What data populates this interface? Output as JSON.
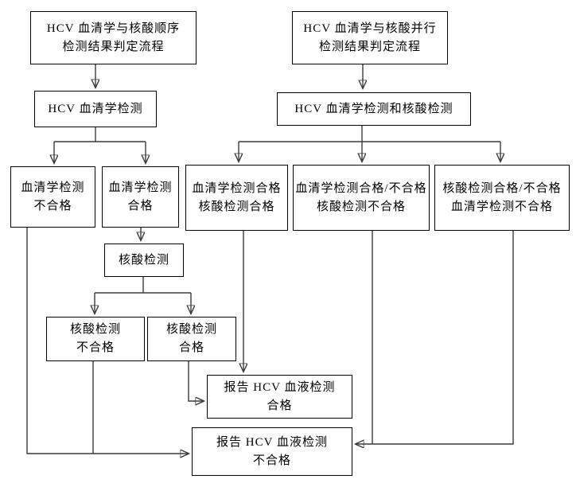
{
  "diagram": {
    "background_color": "#ffffff",
    "box_border_color": "#000000",
    "line_color": "#3b3b3b",
    "text_color": "#000000"
  },
  "nodes": {
    "flow1_title": "HCV 血清学与核酸顺序\n检测结果判定流程",
    "flow1_serology_test": "HCV 血清学检测",
    "serology_fail": "血清学检测\n不合格",
    "serology_pass": "血清学检测\n合格",
    "nat_test": "核酸检测",
    "nat_fail": "核酸检测\n不合格",
    "nat_pass": "核酸检测\n合格",
    "flow2_title": "HCV 血清学与核酸并行\n检测结果判定流程",
    "flow2_parallel_test": "HCV 血清学检测和核酸检测",
    "both_pass": "血清学检测合格\n核酸检测合格",
    "nat_fail_any_serology": "血清学检测合格/不合格\n核酸检测不合格",
    "serology_fail_any_nat": "核酸检测合格/不合格\n血清学检测不合格",
    "report_pass": "报告 HCV 血液检测\n合格",
    "report_fail": "报告 HCV 血液检测\n不合格"
  },
  "edges": [
    {
      "from": "flow1_title",
      "to": "flow1_serology_test"
    },
    {
      "from": "flow1_serology_test",
      "to": "serology_fail"
    },
    {
      "from": "flow1_serology_test",
      "to": "serology_pass"
    },
    {
      "from": "serology_pass",
      "to": "nat_test"
    },
    {
      "from": "nat_test",
      "to": "nat_fail"
    },
    {
      "from": "nat_test",
      "to": "nat_pass"
    },
    {
      "from": "nat_pass",
      "to": "report_pass"
    },
    {
      "from": "serology_fail",
      "to": "report_fail"
    },
    {
      "from": "nat_fail",
      "to": "report_fail"
    },
    {
      "from": "flow2_title",
      "to": "flow2_parallel_test"
    },
    {
      "from": "flow2_parallel_test",
      "to": "both_pass"
    },
    {
      "from": "flow2_parallel_test",
      "to": "nat_fail_any_serology"
    },
    {
      "from": "flow2_parallel_test",
      "to": "serology_fail_any_nat"
    },
    {
      "from": "both_pass",
      "to": "report_pass"
    },
    {
      "from": "nat_fail_any_serology",
      "to": "report_fail"
    },
    {
      "from": "serology_fail_any_nat",
      "to": "report_fail"
    }
  ]
}
